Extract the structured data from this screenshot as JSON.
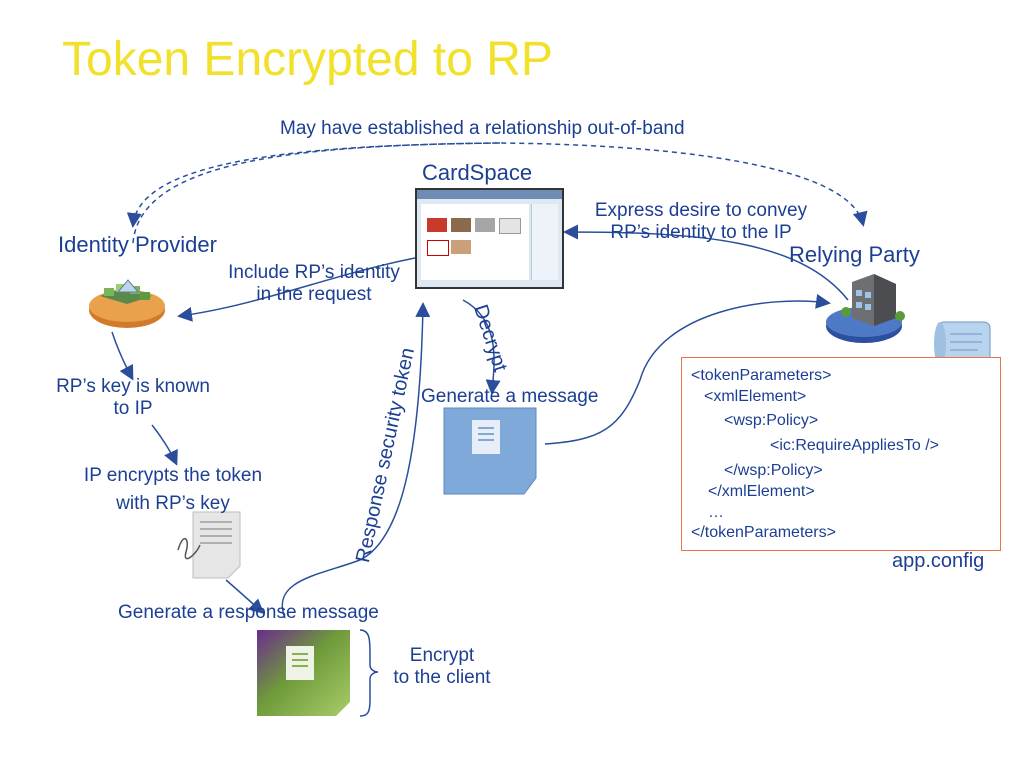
{
  "title": "Token Encrypted to RP",
  "labels": {
    "out_of_band": "May have established a relationship out-of-band",
    "cardspace": "CardSpace",
    "express_line1": "Express desire to convey",
    "express_line2": "RP’s identity to the IP",
    "identity_provider": "Identity Provider",
    "relying_party": "Relying Party",
    "include_line1": "Include RP’s identity",
    "include_line2": "in the request",
    "decrypt": "Decrypt",
    "response_token": "Response security token",
    "rp_key_line1": "RP’s key is known",
    "rp_key_line2": "to IP",
    "generate_message": "Generate a message",
    "ip_encrypts_line1": "IP encrypts the token",
    "ip_encrypts_line2": "with RP’s key",
    "generate_response": "Generate a response message",
    "encrypt_line1": "Encrypt",
    "encrypt_line2": "to the client",
    "app_config": "app.config"
  },
  "config_lines": [
    "<tokenParameters>",
    "<xmlElement>",
    "<wsp:Policy>",
    "<ic:RequireAppliesTo />",
    "</wsp:Policy>",
    "</xmlElement>",
    "…",
    "</tokenParameters>"
  ],
  "colors": {
    "title": "#f2e12a",
    "text": "#1c3f94",
    "arrow": "#2a4e9c",
    "config_border": "#e8744f"
  }
}
